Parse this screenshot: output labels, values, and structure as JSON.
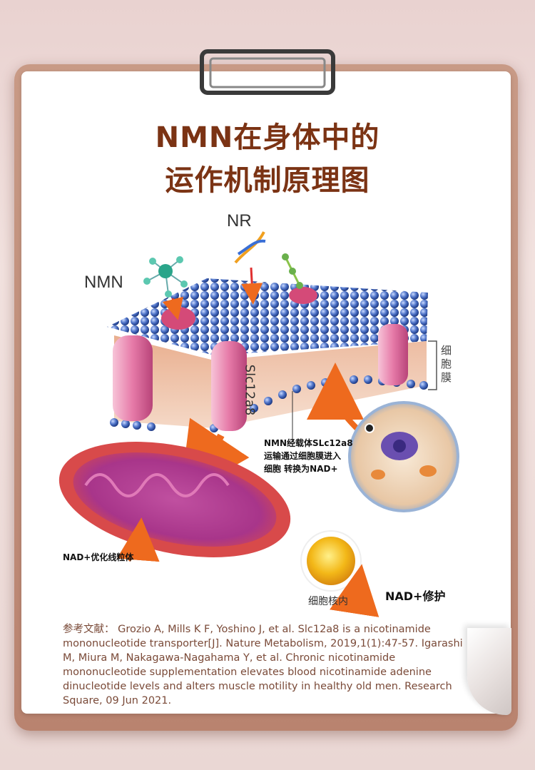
{
  "title": {
    "line1": "NMN在身体中的",
    "line2": "运作机制原理图"
  },
  "labels": {
    "nmn": "NMN",
    "nr": "NR",
    "membrane": "细胞膜",
    "transporter": "Slc12a8",
    "description_line1": "NMN经载体SLc12a8",
    "description_line2": "运输通过细胞膜进入",
    "description_line3": "细胞 转换为NAD+",
    "mitochondria": "NAD+优化线粒体",
    "nucleus": "细胞核内",
    "repair": "NAD+修护"
  },
  "references": {
    "prefix": "参考文献：",
    "ref1": "Grozio A, Mills K F, Yoshino J, et al. Slc12a8 is a nicotinamide mononucleotide transporter[J]. Nature Metabolism, 2019,1(1):47-57.",
    "ref2": "Igarashi M, Miura M, Nakagawa-Nagahama Y, et al. Chronic nicotinamide mononucleotide supplementation elevates blood nicotinamide adenine dinucleotide levels and alters muscle motility in healthy old men. Research Square, 09 Jun 2021."
  },
  "colors": {
    "title": "#7b3314",
    "membrane_head": "#4a6fc4",
    "protein": "#e07aa6",
    "mitochondria": "#d84a4a",
    "arrow": "#ee6a1e"
  },
  "icons": [
    "clipboard-clip-icon",
    "nmn-molecule-icon",
    "nr-dna-icon",
    "cell-icon",
    "nucleus-icon",
    "mitochondria-icon"
  ]
}
